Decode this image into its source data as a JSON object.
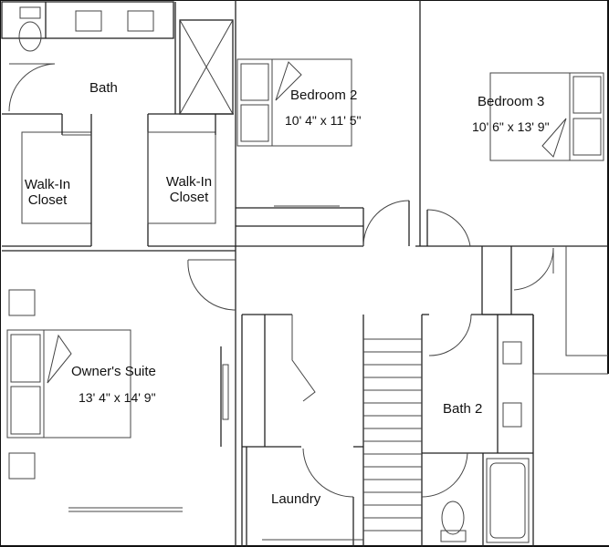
{
  "rooms": {
    "bath": {
      "name": "Bath"
    },
    "closet_left": {
      "line1": "Walk-In",
      "line2": "Closet"
    },
    "closet_right": {
      "line1": "Walk-In",
      "line2": "Closet"
    },
    "bedroom2": {
      "name": "Bedroom 2",
      "dims": "10' 4\" x 11' 5\""
    },
    "bedroom3": {
      "name": "Bedroom 3",
      "dims": "10' 6\" x 13' 9\""
    },
    "owners_suite": {
      "name": "Owner's Suite",
      "dims": "13' 4\" x 14' 9\""
    },
    "bath2": {
      "name": "Bath 2"
    },
    "laundry": {
      "name": "Laundry"
    }
  }
}
